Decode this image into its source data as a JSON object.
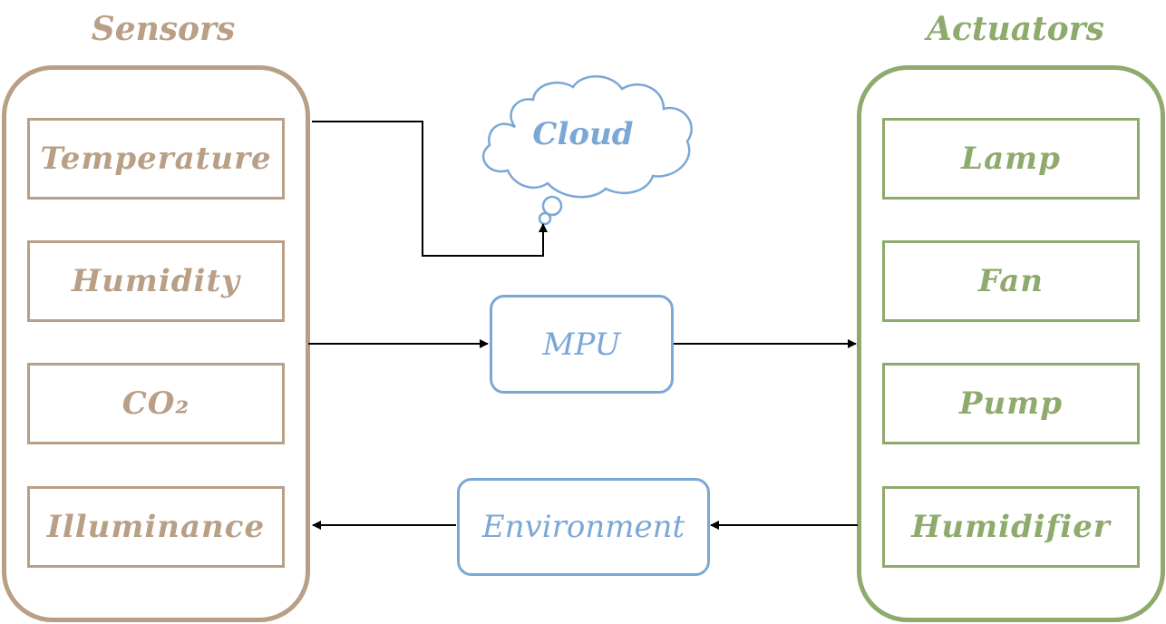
{
  "sensors": {
    "title": "Sensors",
    "items": [
      {
        "label": "Temperature"
      },
      {
        "label": "Humidity"
      },
      {
        "label": "CO₂"
      },
      {
        "label": "Illuminance"
      }
    ]
  },
  "actuators": {
    "title": "Actuators",
    "items": [
      {
        "label": "Lamp"
      },
      {
        "label": "Fan"
      },
      {
        "label": "Pump"
      },
      {
        "label": "Humidifier"
      }
    ]
  },
  "center": {
    "cloud_label": "Cloud",
    "mpu_label": "MPU",
    "environment_label": "Environment"
  },
  "colors": {
    "sensors": "#b89f86",
    "actuators": "#8eaa6c",
    "center": "#7ba7d6",
    "arrows": "#000000"
  }
}
